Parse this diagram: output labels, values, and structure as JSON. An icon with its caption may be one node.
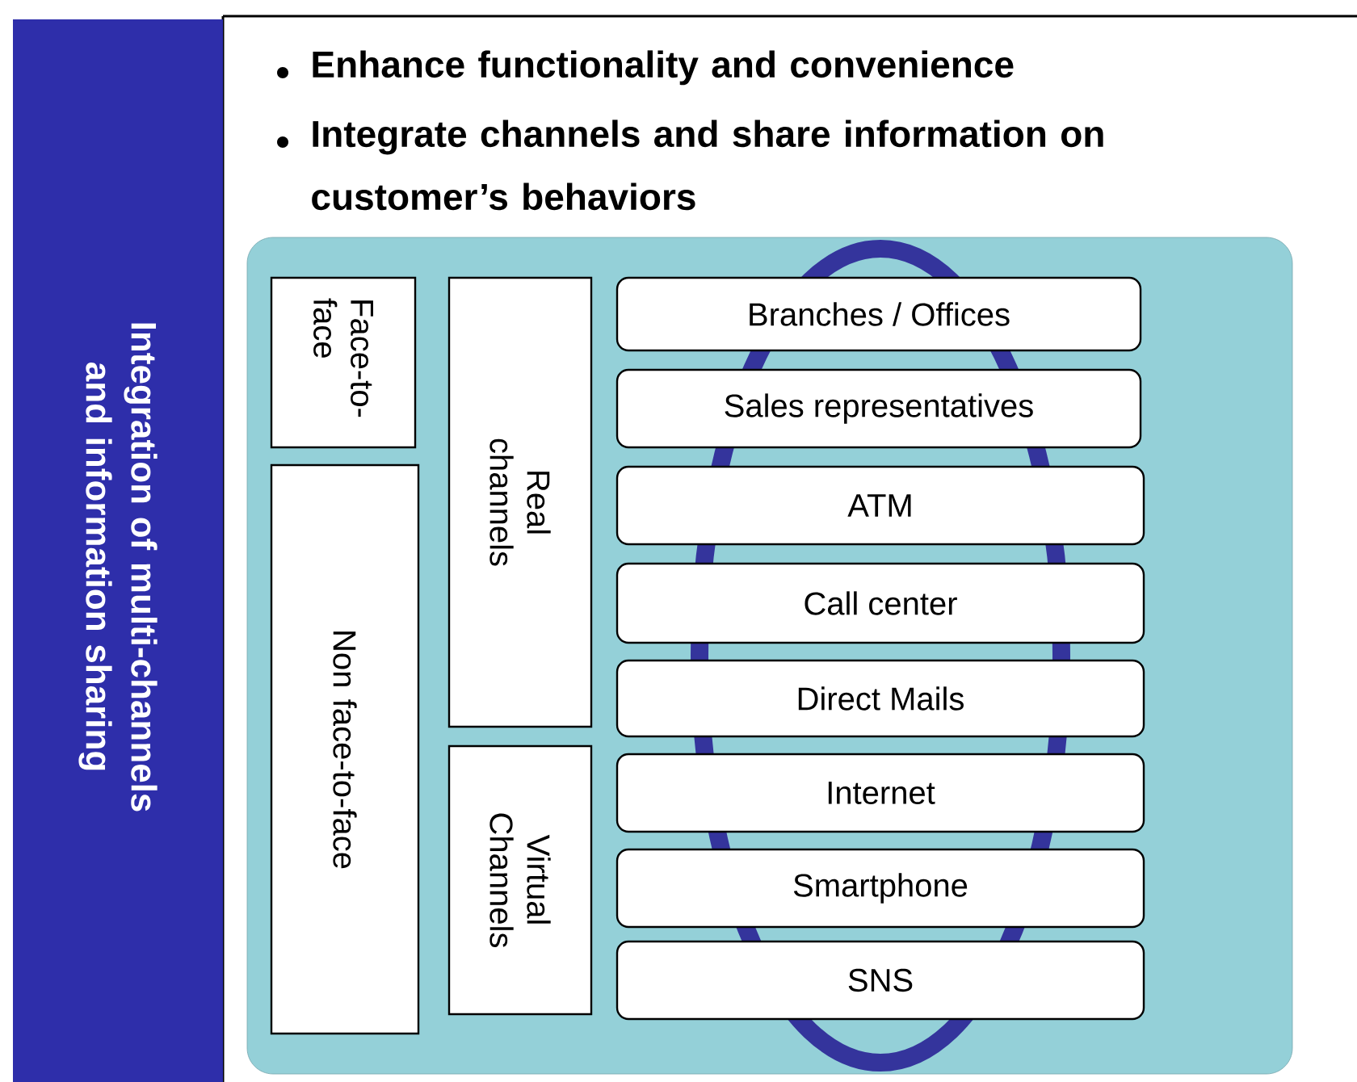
{
  "diagram": {
    "nodes": [
      {
        "text": [
          "Integration of multi-channels and information sharing"
        ]
      },
      {
        "text": [],
        "shape": "box"
      },
      {
        "text": [
          "Face-to-face"
        ],
        "in": 1
      },
      {
        "text": [
          "Non face-to-face"
        ],
        "in": 1
      },
      {
        "text": [
          "Real channels"
        ],
        "in": 1
      },
      {
        "text": [
          "Virtual Channels"
        ],
        "in": 1
      },
      {
        "text": [
          "Branches / Offices"
        ],
        "in": 1
      },
      {
        "text": [
          "Sales representatives"
        ],
        "in": 1
      },
      {
        "text": [
          "ATM"
        ],
        "in": 1
      },
      {
        "text": [
          "Call center"
        ],
        "in": 1
      },
      {
        "text": [
          "Direct Mails"
        ],
        "in": 1
      },
      {
        "text": [
          "Internet"
        ],
        "in": 1
      },
      {
        "text": [
          "Smartphone"
        ],
        "in": 1
      },
      {
        "text": [
          "SNS"
        ],
        "in": 1
      }
    ],
    "labels": [
      "Enhance functionality and convenience",
      "Integrate channels and share information on customer’s behaviors"
    ]
  }
}
